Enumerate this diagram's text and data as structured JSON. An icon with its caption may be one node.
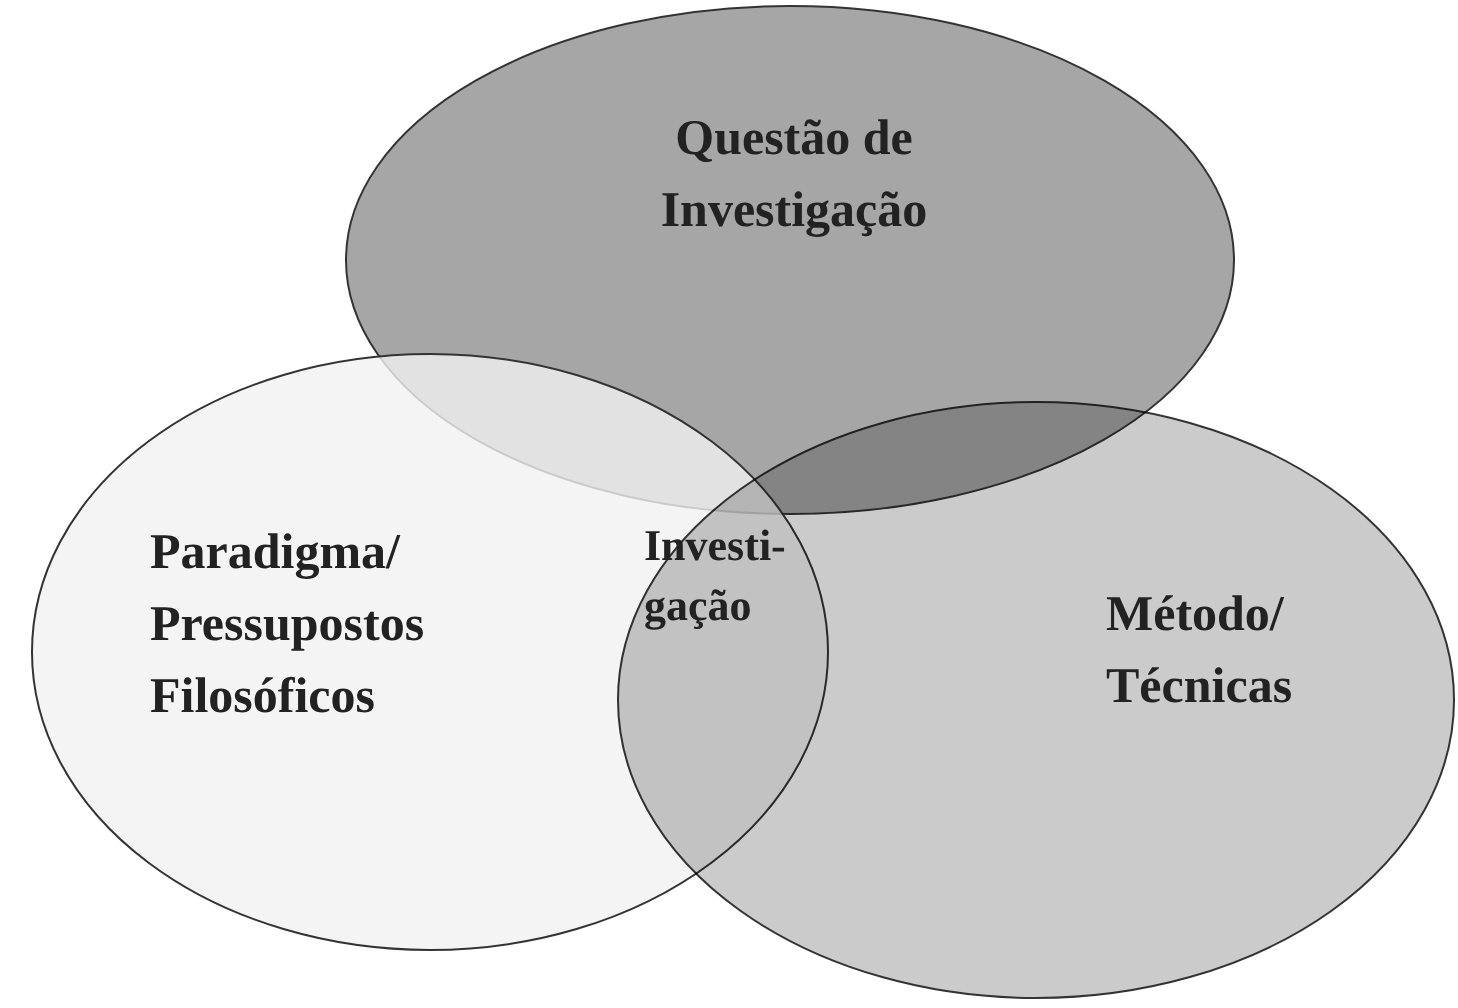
{
  "diagram": {
    "nodes": [
      {
        "text": [
          "Questão de Investigação"
        ]
      },
      {
        "text": [
          "Paradigma/ Pressupostos Filosóficos"
        ]
      },
      {
        "text": [
          "Método/ Técnicas"
        ]
      }
    ],
    "labels": [
      "Investi- gação"
    ]
  }
}
